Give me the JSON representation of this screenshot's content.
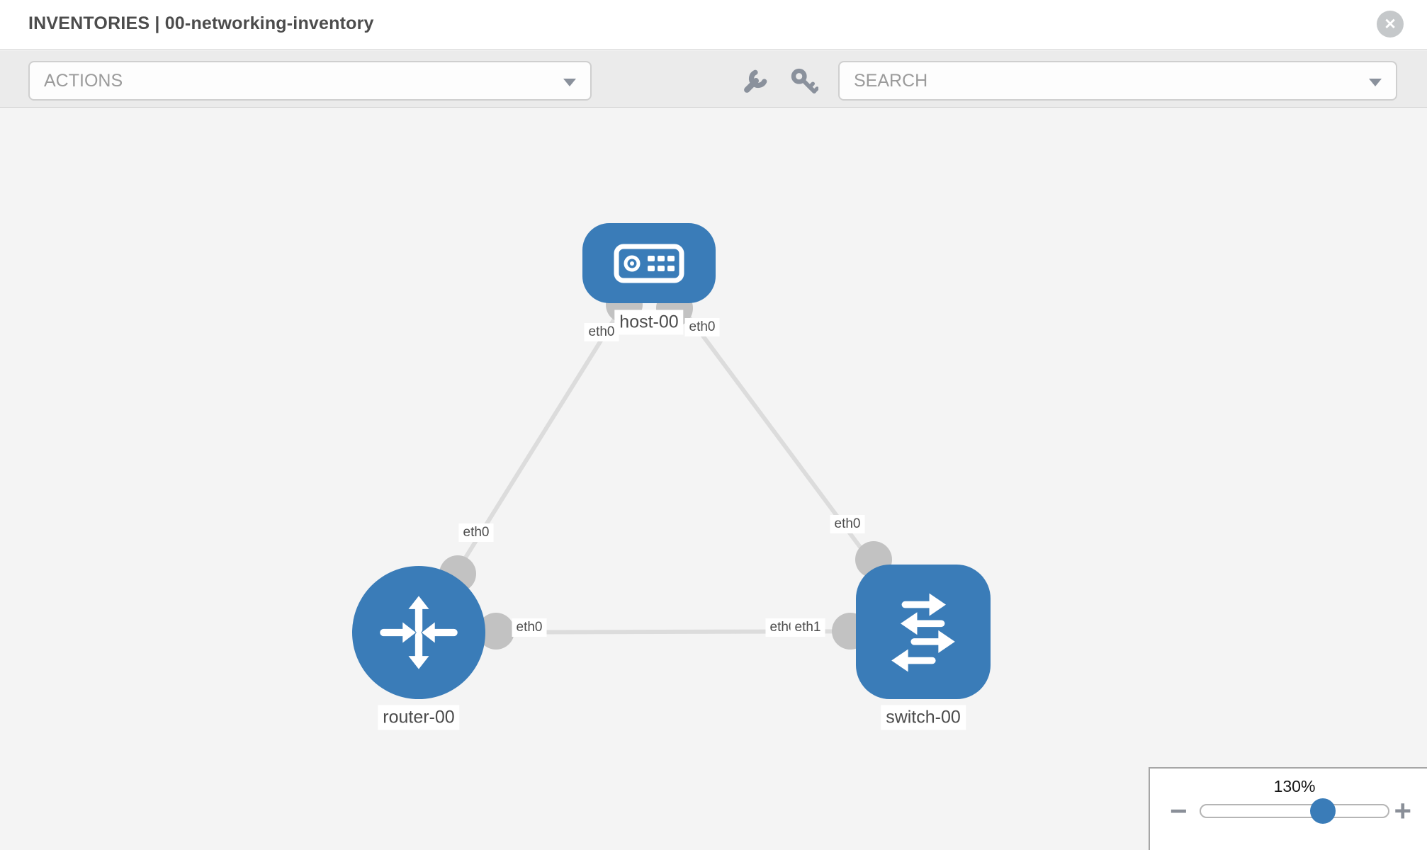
{
  "header": {
    "title": "INVENTORIES | 00-networking-inventory",
    "close_glyph": "✕"
  },
  "toolbar": {
    "actions_label": "ACTIONS",
    "search_placeholder": "SEARCH",
    "icons": [
      "wrench-icon",
      "key-icon"
    ]
  },
  "topology": {
    "nodes": [
      {
        "id": "host-00",
        "type": "host",
        "label": "host-00"
      },
      {
        "id": "router-00",
        "type": "router",
        "label": "router-00"
      },
      {
        "id": "switch-00",
        "type": "switch",
        "label": "switch-00"
      }
    ],
    "links": [
      {
        "from": "host-00",
        "to": "router-00",
        "from_interface": "eth0",
        "to_interface": "eth0"
      },
      {
        "from": "host-00",
        "to": "switch-00",
        "from_interface": "eth0",
        "to_interface": "eth0"
      },
      {
        "from": "router-00",
        "to": "switch-00",
        "from_interface": "eth0",
        "to_interface": "eth1"
      }
    ],
    "labels": {
      "host_left": "eth0",
      "host_right": "eth0",
      "router_top": "eth0",
      "switch_top": "eth0",
      "router_right": "eth0",
      "switch_left_hidden": "eth0",
      "switch_left": "eth1"
    }
  },
  "zoom_control": {
    "level": "130%",
    "minus_glyph": "−",
    "plus_glyph": "+"
  },
  "colors": {
    "node_blue": "#3a7cb8",
    "link_gray": "#dcdcdc",
    "endpoint_gray": "#c2c2c2",
    "toolbar_bg": "#ebebeb",
    "canvas_bg": "#f4f4f4",
    "icon_gray": "#8a919c",
    "label_text": "#4c4c4c"
  }
}
